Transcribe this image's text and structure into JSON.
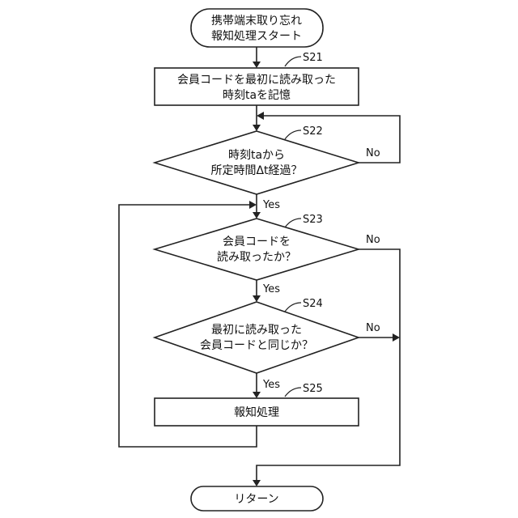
{
  "start": {
    "line1": "携帯端末取り忘れ",
    "line2": "報知処理スタート"
  },
  "s21": {
    "step": "S21",
    "line1": "会員コードを最初に読み取った",
    "line2": "時刻taを記憶"
  },
  "s22": {
    "step": "S22",
    "line1": "時刻taから",
    "line2": "所定時間Δt経過？",
    "no": "No",
    "yes": "Yes"
  },
  "s23": {
    "step": "S23",
    "line1": "会員コードを",
    "line2": "読み取ったか？",
    "no": "No",
    "yes": "Yes"
  },
  "s24": {
    "step": "S24",
    "line1": "最初に読み取った",
    "line2": "会員コードと同じか？",
    "no": "No",
    "yes": "Yes"
  },
  "s25": {
    "step": "S25",
    "text": "報知処理"
  },
  "end": {
    "text": "リターン"
  }
}
